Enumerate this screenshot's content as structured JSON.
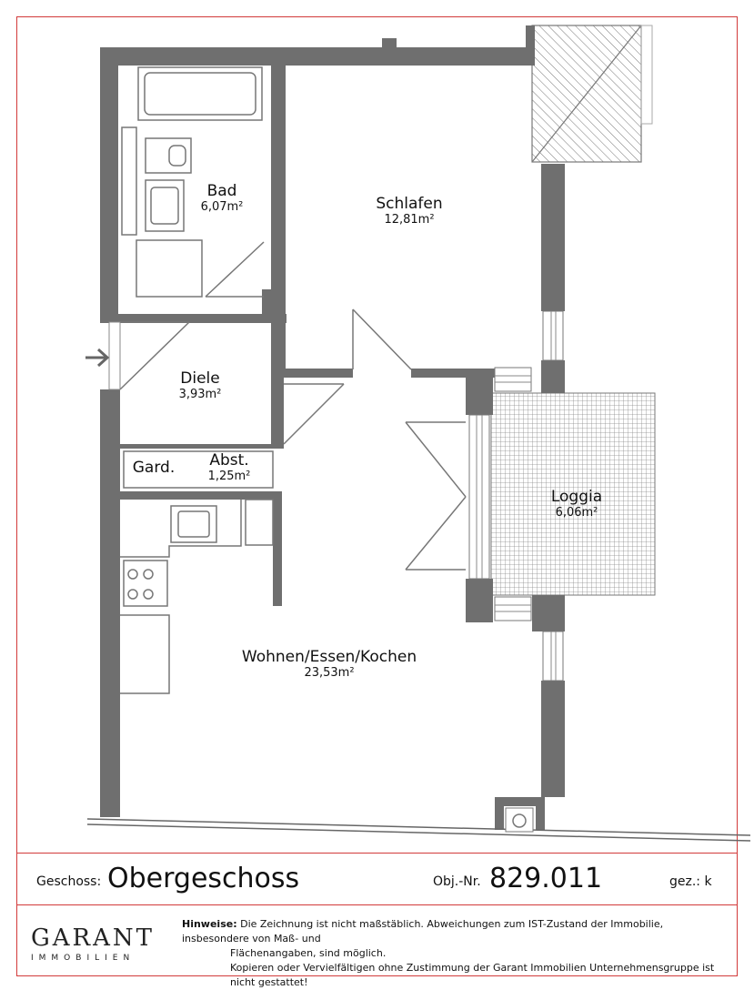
{
  "rooms": {
    "bad": {
      "name": "Bad",
      "area": "6,07m²"
    },
    "schlafen": {
      "name": "Schlafen",
      "area": "12,81m²"
    },
    "diele": {
      "name": "Diele",
      "area": "3,93m²"
    },
    "gard": {
      "name": "Gard."
    },
    "abst": {
      "name": "Abst.",
      "area": "1,25m²"
    },
    "loggia": {
      "name": "Loggia",
      "area": "6,06m²"
    },
    "wohnen": {
      "name": "Wohnen/Essen/Kochen",
      "area": "23,53m²"
    }
  },
  "footer": {
    "floor_label": "Geschoss:",
    "floor_value": "Obergeschoss",
    "obj_label": "Obj.-Nr.",
    "obj_value": "829.011",
    "drawn_label": "gez.: k",
    "logo_main": "GARANT",
    "logo_sub": "IMMOBILIEN",
    "notice_label": "Hinweise:",
    "notice_line1": "Die Zeichnung ist nicht maßstäblich. Abweichungen zum IST-Zustand der Immobilie, insbesondere von Maß- und",
    "notice_line2": "Flächenangaben, sind möglich.",
    "notice_line3": "Kopieren oder Vervielfältigen ohne Zustimmung der Garant Immobilien Unternehmensgruppe ist nicht gestattet!"
  },
  "colors": {
    "wall": "#6f6f6f",
    "frame": "#d23a3a",
    "hatch": "#9a9a9a"
  }
}
